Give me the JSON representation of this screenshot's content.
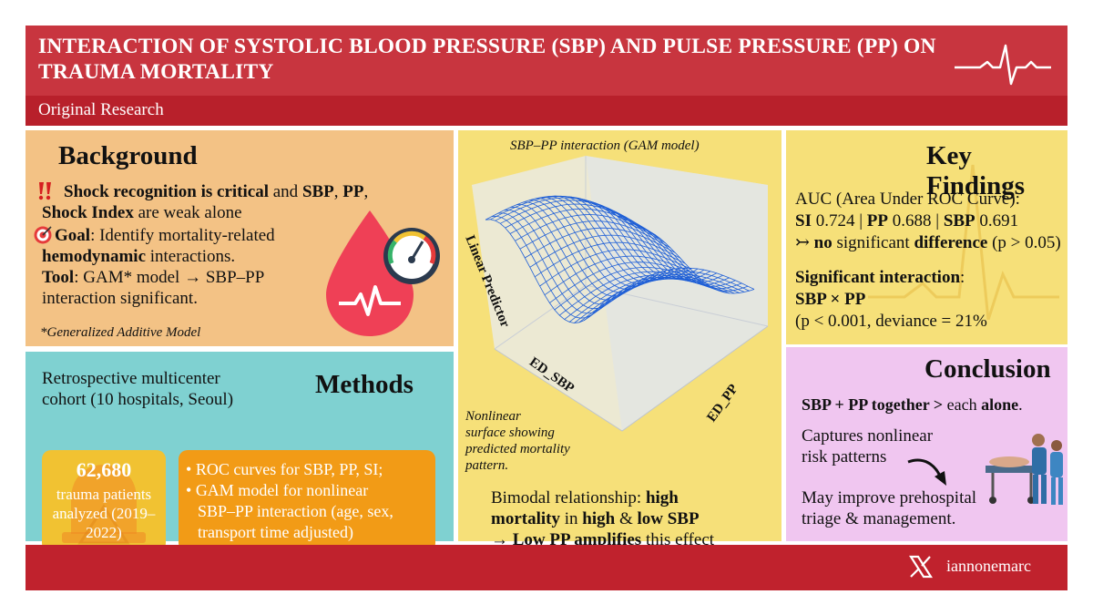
{
  "header": {
    "title": "INTERACTION OF SYSTOLIC BLOOD PRESSURE (SBP) AND PULSE PRESSURE (PP) ON TRAUMA MORTALITY",
    "subtitle": "Original Research"
  },
  "background": {
    "heading": "Background",
    "line1_b": "Shock recognition is critical",
    "line1_r": " and ",
    "line1_b2": "SBP",
    "line1_r2": ", ",
    "line1_b3": "PP",
    "line1_r3": ",",
    "line2_b": "Shock Index",
    "line2_r": " are weak alone",
    "goal_b": "Goal",
    "goal_r": ": Identify mortality-related",
    "goal2_b": "hemodynamic",
    "goal2_r": " interactions.",
    "tool_b": "Tool",
    "tool_r": ": GAM* model → SBP–PP",
    "tool2": "interaction significant.",
    "footnote": "*Generalized Additive Model"
  },
  "methods": {
    "heading": "Methods",
    "cohort1": "Retrospective multicenter",
    "cohort2": "cohort (10 hospitals, Seoul)",
    "count": "62,680",
    "count_l1": "trauma patients",
    "count_l2": "analyzed (2019–",
    "count_l3": "2022)",
    "bullet1": "ROC curves for SBP, PP, SI;",
    "bullet2a": "GAM model for nonlinear",
    "bullet2b": "SBP–PP interaction (age, sex,",
    "bullet2c": "transport time adjusted)"
  },
  "middle": {
    "plot_title": "SBP–PP interaction (GAM model)",
    "z_label": "Linear Predictor",
    "x_label": "ED_SBP",
    "y_label": "ED_PP",
    "note1": "Nonlinear",
    "note2": "surface showing",
    "note3": "predicted mortality",
    "note4": "pattern.",
    "bimodal_r1": "Bimodal relationship: ",
    "bimodal_b1": "high",
    "bimodal_b2": "mortality",
    "bimodal_r2": " in ",
    "bimodal_b3": "high",
    "bimodal_r3": " & ",
    "bimodal_b4": "low SBP",
    "bimodal_b5": "→ Low PP amplifies",
    "bimodal_r4": " this effect"
  },
  "key_findings": {
    "heading": "Key Findings",
    "auc": "AUC (Area Under ROC Curve):",
    "si_b": "SI",
    "si_v": " 0.724 | ",
    "pp_b": "PP",
    "pp_v": " 0.688 | ",
    "sbp_b": "SBP",
    "sbp_v": " 0.691",
    "nsd_r1": "↣ ",
    "nsd_b1": "no",
    "nsd_r2": " significant ",
    "nsd_b2": "difference",
    "nsd_r3": " (p > 0.05)",
    "sig_b": "Significant interaction",
    "sig_r": ":",
    "sig_expr": "SBP × PP",
    "sig_stats": "(p < 0.001, deviance = 21%"
  },
  "conclusion": {
    "heading": "Conclusion",
    "l1_b": "SBP + PP together >",
    "l1_r": " each ",
    "l1_b2": "alone",
    "l1_r2": ".",
    "l2": "Captures nonlinear",
    "l3": "risk patterns",
    "l4": "May improve prehospital",
    "l5": "triage & management."
  },
  "footer": {
    "handle": "iannonemarc"
  },
  "colors": {
    "header": "#c8353f",
    "subbar": "#b8202b",
    "background_panel": "#f3c285",
    "methods_panel": "#7fd1d1",
    "findings_panel": "#f6e079",
    "conclusion_panel": "#f0c6f0",
    "surface": "#1f5fd6"
  }
}
